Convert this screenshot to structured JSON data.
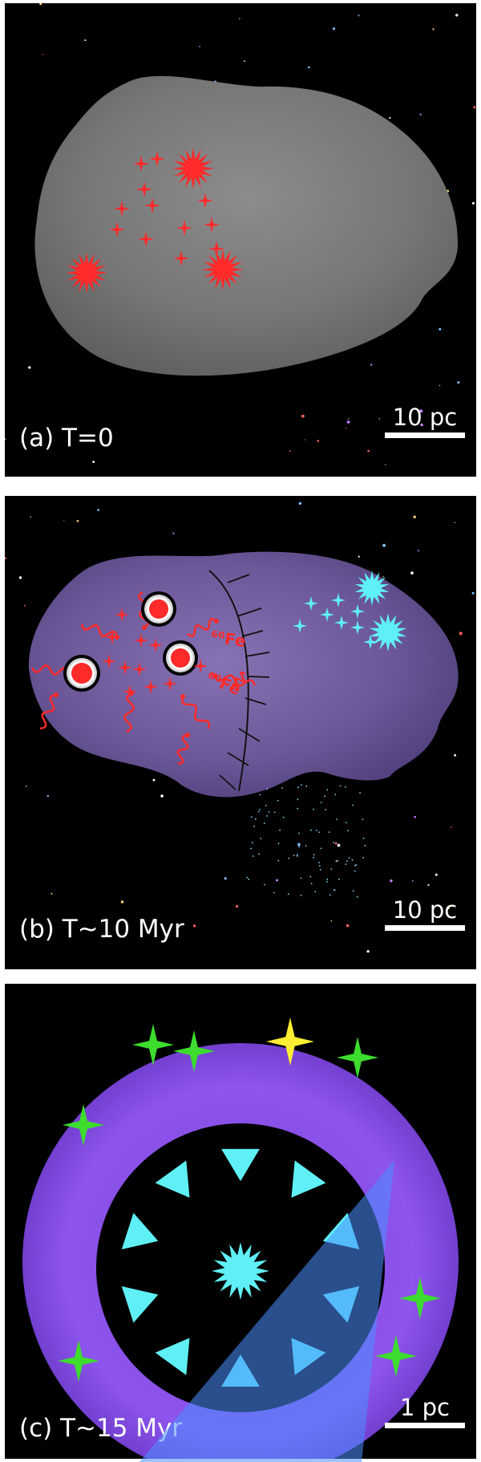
{
  "panels": {
    "a": {
      "label": "(a) T=0",
      "scale": "10 pc"
    },
    "b": {
      "label": "(b) T~10 Myr",
      "scale": "10 pc",
      "isotope_labels": [
        "⁶⁰Fe",
        "⁶⁰Fe"
      ]
    },
    "c": {
      "label": "(c) T~15 Myr",
      "scale": "1 pc"
    }
  },
  "colors": {
    "background": "#000000",
    "cloud_a": "#7a7a7a",
    "cloud_b": "#6e5a9a",
    "ring_c": "#8a4fe0",
    "red_star": "#ff2a2a",
    "cyan_star": "#5ff0f5",
    "green_star": "#3ddc2e",
    "yellow_star": "#ffee33",
    "projection": "#4a90ff"
  },
  "icons": [
    "red-star-icon",
    "remnant-icon",
    "cyan-star-icon",
    "green-star-icon",
    "yellow-star-icon",
    "triangle-icon"
  ]
}
